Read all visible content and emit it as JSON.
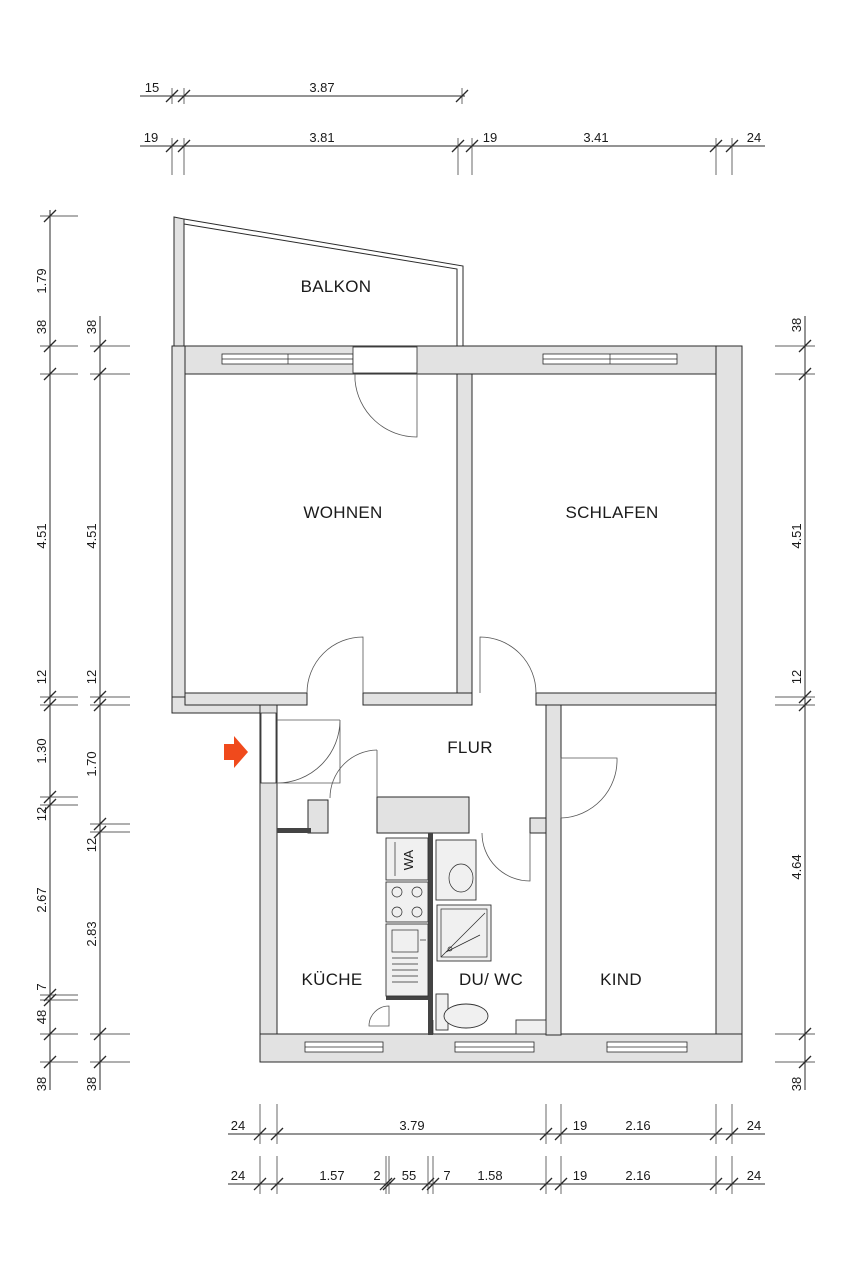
{
  "rooms": {
    "balkon": "BALKON",
    "wohnen": "WOHNEN",
    "schlafen": "SCHLAFEN",
    "flur": "FLUR",
    "kueche": "KÜCHE",
    "bad": "DU/ WC",
    "kind": "KIND",
    "wa": "WA"
  },
  "dimensions": {
    "top1": [
      "15",
      "3.87"
    ],
    "top2": [
      "19",
      "3.81",
      "19",
      "3.41",
      "24"
    ],
    "bottom1": [
      "24",
      "3.79",
      "19",
      "2.16",
      "24"
    ],
    "bottom2": [
      "24",
      "1.57",
      "2",
      "55",
      "7",
      "1.58",
      "19",
      "2.16",
      "24"
    ],
    "left1": [
      "1.79",
      "38",
      "4.51",
      "12",
      "1.30",
      "12",
      "2.67",
      "7",
      "48",
      "38"
    ],
    "left2": [
      "38",
      "4.51",
      "12",
      "1.70",
      "12",
      "2.83",
      "38"
    ],
    "right": [
      "38",
      "4.51",
      "12",
      "4.64",
      "38"
    ]
  },
  "colors": {
    "wall_fill": "#e2e2e2",
    "entry_arrow": "#f04a1c"
  },
  "icons": {
    "entry": "entry-arrow-icon"
  }
}
